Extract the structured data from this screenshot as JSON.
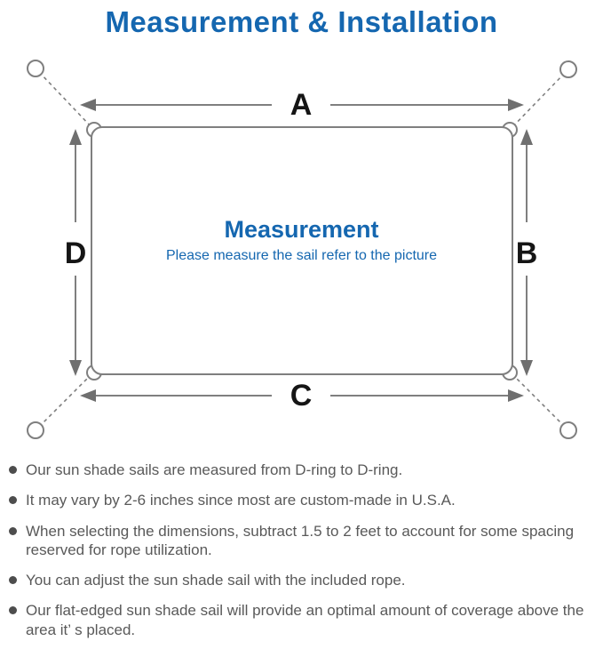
{
  "title": "Measurement & Installation",
  "diagram": {
    "labels": {
      "top": "A",
      "right": "B",
      "bottom": "C",
      "left": "D"
    },
    "center_title": "Measurement",
    "center_subtitle": "Please measure the sail refer to the picture"
  },
  "notes": {
    "items": [
      "Our sun shade sails are measured from D-ring to D-ring.",
      "It may vary by 2-6 inches since most are custom-made in U.S.A.",
      "When selecting the dimensions, subtract 1.5 to 2 feet to account for some spacing reserved for rope utilization.",
      "You can adjust the sun shade sail with the included rope.",
      "Our flat-edged sun shade sail will provide an optimal amount of coverage above the area it’ s placed."
    ]
  },
  "colors": {
    "title_blue": "#1567b0",
    "center_blue": "#1567b0",
    "line_gray": "#7f7f7f",
    "arrow_gray": "#6f6f6f",
    "label_black": "#151515",
    "note_gray": "#595959"
  }
}
